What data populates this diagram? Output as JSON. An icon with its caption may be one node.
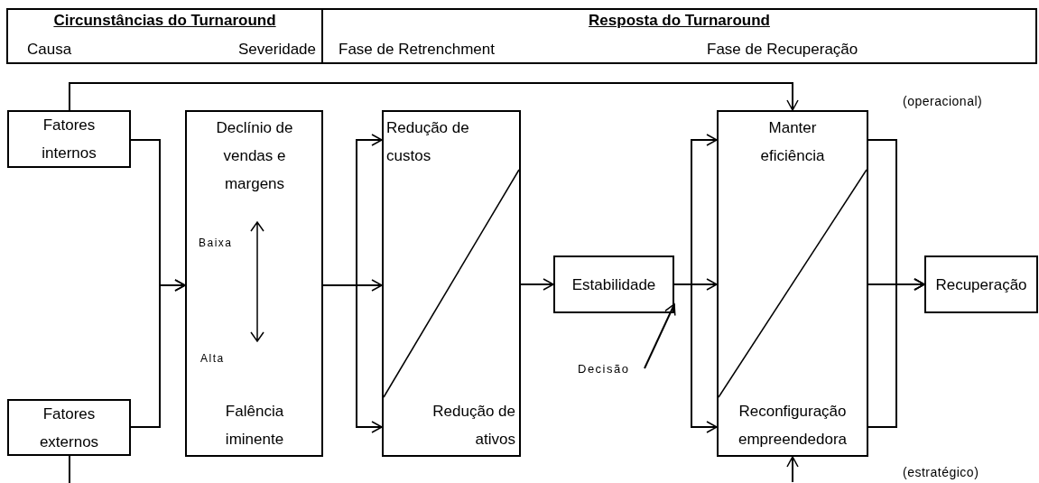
{
  "diagram": {
    "nodes": [
      {
        "text": [
          "Fatores internos"
        ]
      },
      {
        "text": [
          "Fatores externos"
        ]
      },
      {
        "text": [
          "Declínio de vendas e margens",
          "Falência iminente"
        ]
      },
      {
        "text": [
          "Redução de custos",
          "Redução de ativos"
        ]
      },
      {
        "text": [
          "Estabilidade"
        ]
      },
      {
        "text": [
          "Manter eficiência",
          "Reconfiguração empreendedora"
        ]
      },
      {
        "text": [
          "Recuperação"
        ]
      },
      {
        "text": [
          "Decisão"
        ]
      }
    ],
    "edges": [
      {
        "from": 0,
        "to": 5,
        "arrow": "to"
      },
      {
        "from": 0,
        "to": 2,
        "arrow": "to"
      },
      {
        "from": 1,
        "to": 2,
        "arrow": "to"
      },
      {
        "from": 2,
        "to": 3,
        "arrow": "to"
      },
      {
        "from": 2,
        "to": 3,
        "arrow": "to"
      },
      {
        "from": 2,
        "to": 3,
        "arrow": "to"
      },
      {
        "from": 3,
        "to": 4,
        "arrow": "to"
      },
      {
        "from": 4,
        "to": 5,
        "arrow": "to"
      },
      {
        "from": 4,
        "to": 5,
        "arrow": "to"
      },
      {
        "from": 4,
        "to": 5,
        "arrow": "to"
      },
      {
        "from": 5,
        "to": 6,
        "arrow": "to"
      },
      {
        "from": 5,
        "to": 6,
        "arrow": "to"
      },
      {
        "from": 5,
        "to": 6,
        "arrow": "to"
      },
      {
        "from": 1,
        "to": null,
        "arrow": "none"
      },
      {
        "from": null,
        "to": 5,
        "arrow": "to"
      },
      {
        "from": 7,
        "to": 4,
        "arrow": "to"
      }
    ],
    "labels": [
      "Circunstâncias do Turnaround",
      "Resposta do Turnaround",
      "Causa",
      "Severidade",
      "Fase de Retrenchment",
      "Fase de Recuperação",
      "(operacional)",
      "Baixa",
      "Alta",
      "(estratégico)"
    ]
  }
}
